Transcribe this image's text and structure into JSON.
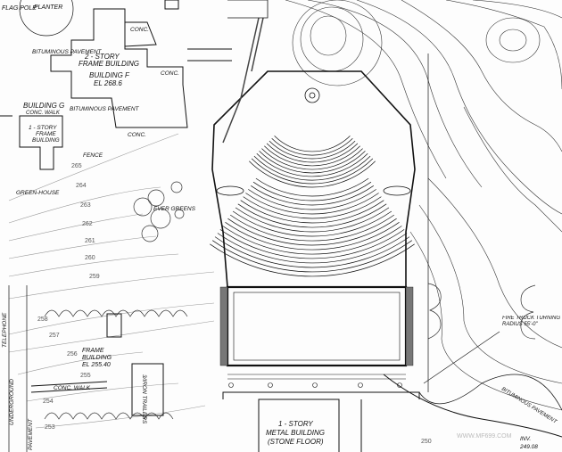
{
  "labels": {
    "flag_pole": "FLAG POLE",
    "planter": "PLANTER",
    "bituminous_1": "BITUMINOUS PAVEMENT",
    "building_f_1": "2 - STORY",
    "building_f_2": "FRAME BUILDING",
    "building_f_3": "BUILDING F",
    "building_f_4": "EL 268.6",
    "conc_1": "CONC.",
    "conc_2": "CONC.",
    "conc_3": "CONC.",
    "building_g": "BUILDING G",
    "conc_walk_1": "CONC. WALK",
    "bituminous_2": "BITUMINOUS PAVEMENT",
    "building_g_1": "1 - STORY",
    "building_g_2": "FRAME",
    "building_g_3": "BUILDING",
    "fence": "FENCE",
    "greenhouse": "GREEN-HOUSE",
    "evergreens": "EVER GREENS",
    "telephone": "TELEPHONE",
    "underground": "UNDERGROUND",
    "pavement": "PAVEMENT",
    "frame_building_1": "FRAME",
    "frame_building_2": "BUILDING",
    "frame_building_3": "EL 255.40",
    "conc_walk_2": "CONC. WALK",
    "trailers": "3/IRON TRAILERS",
    "metal_1": "1 - STORY",
    "metal_2": "METAL BUILDING",
    "metal_3": "(STONE FLOOR)",
    "fire_truck": "FIRE TRUCK TURNING RADIUS 55'-0\"",
    "bituminous_3": "BITUMINOUS PAVEMENT",
    "inv_1": "INV.",
    "inv_2": "249.08",
    "watermark": "WWW.MF699.COM"
  },
  "contours": [
    "265",
    "264",
    "263",
    "262",
    "261",
    "260",
    "259",
    "258",
    "257",
    "256",
    "255",
    "254",
    "253",
    "250"
  ]
}
